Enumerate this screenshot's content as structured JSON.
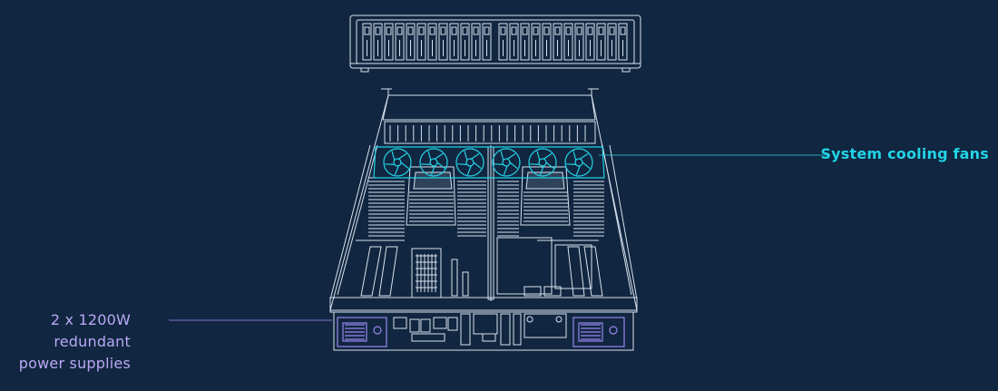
{
  "callouts": {
    "fans": {
      "text": "System cooling fans"
    },
    "psu": {
      "lines": [
        "2 x 1200W",
        "redundant",
        "power supplies"
      ]
    }
  },
  "colors": {
    "background": "#112640",
    "line_art": "#d7e2ee",
    "fan_accent": "#22d4e6",
    "psu_accent": "#9a86f0"
  }
}
